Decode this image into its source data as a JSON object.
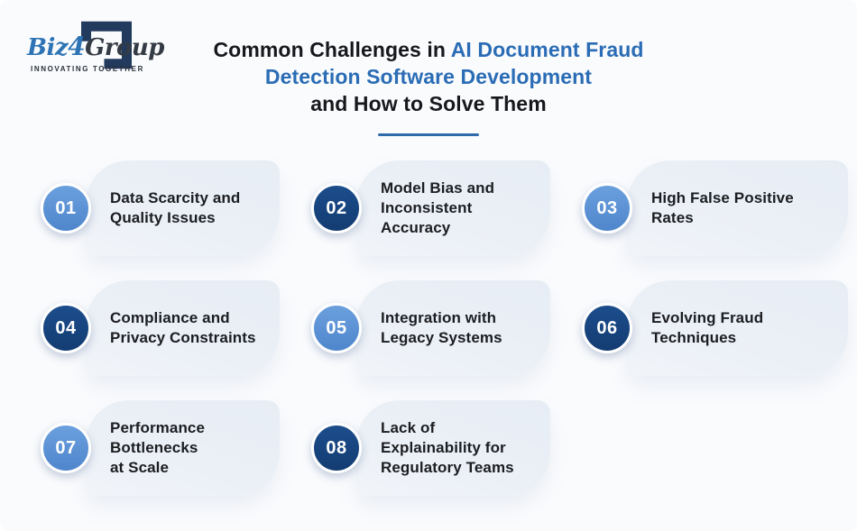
{
  "logo": {
    "brand_part1": "Biz",
    "brand_part2": "4",
    "brand_part3": "Group",
    "tagline": "INNOVATING TOGETHER",
    "mark_color": "#223a5e"
  },
  "header": {
    "line1_dark": "Common Challenges in ",
    "line1_blue": "AI Document Fraud",
    "line2_blue": "Detection Software Development",
    "line3_dark": "and How to Solve Them"
  },
  "colors": {
    "accent_blue": "#2a6cb5",
    "underline_blue": "#2e6ba9",
    "circle_light_blue": "#5d94d8",
    "circle_dark_navy": "#16457f",
    "card_background": "#e9eef5",
    "page_background": "#fafbfd",
    "text_dark": "#1b1d20"
  },
  "items": [
    {
      "number": "01",
      "tone": "light",
      "label": "Data Scarcity and\nQuality Issues"
    },
    {
      "number": "02",
      "tone": "dark",
      "label": "Model Bias and\nInconsistent\nAccuracy"
    },
    {
      "number": "03",
      "tone": "light",
      "label": "High False Positive\nRates"
    },
    {
      "number": "04",
      "tone": "dark",
      "label": "Compliance and\nPrivacy Constraints"
    },
    {
      "number": "05",
      "tone": "light",
      "label": "Integration with\nLegacy Systems"
    },
    {
      "number": "06",
      "tone": "dark",
      "label": "Evolving Fraud\nTechniques"
    },
    {
      "number": "07",
      "tone": "light",
      "label": "Performance\nBottlenecks\nat Scale"
    },
    {
      "number": "08",
      "tone": "dark",
      "label": "Lack of\nExplainability for\nRegulatory Teams"
    }
  ]
}
